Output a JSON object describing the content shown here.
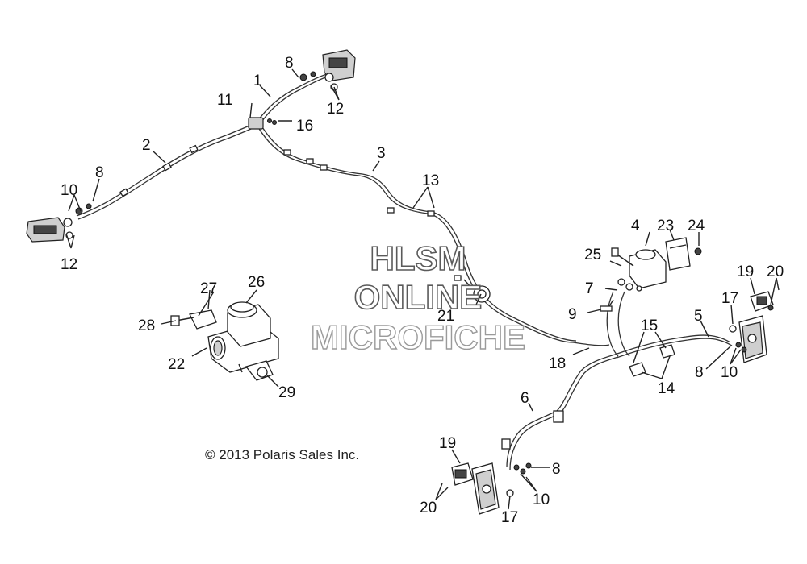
{
  "watermark": {
    "line1": "HLSM",
    "line2": "ONLINE",
    "line3": "MICROFICHE"
  },
  "copyright": "© 2013 Polaris Sales Inc.",
  "callouts": {
    "c1": "1",
    "c2": "2",
    "c3": "3",
    "c4": "4",
    "c5": "5",
    "c6": "6",
    "c7": "7",
    "c8a": "8",
    "c8b": "8",
    "c8c": "8",
    "c8d": "8",
    "c9": "9",
    "c10a": "10",
    "c10b": "10",
    "c10c": "10",
    "c11": "11",
    "c12a": "12",
    "c12b": "12",
    "c13": "13",
    "c14": "14",
    "c15": "15",
    "c16": "16",
    "c17a": "17",
    "c17b": "17",
    "c18": "18",
    "c19a": "19",
    "c19b": "19",
    "c20a": "20",
    "c20b": "20",
    "c21": "21",
    "c22": "22",
    "c23": "23",
    "c24": "24",
    "c25": "25",
    "c26": "26",
    "c27": "27",
    "c28": "28",
    "c29": "29"
  }
}
